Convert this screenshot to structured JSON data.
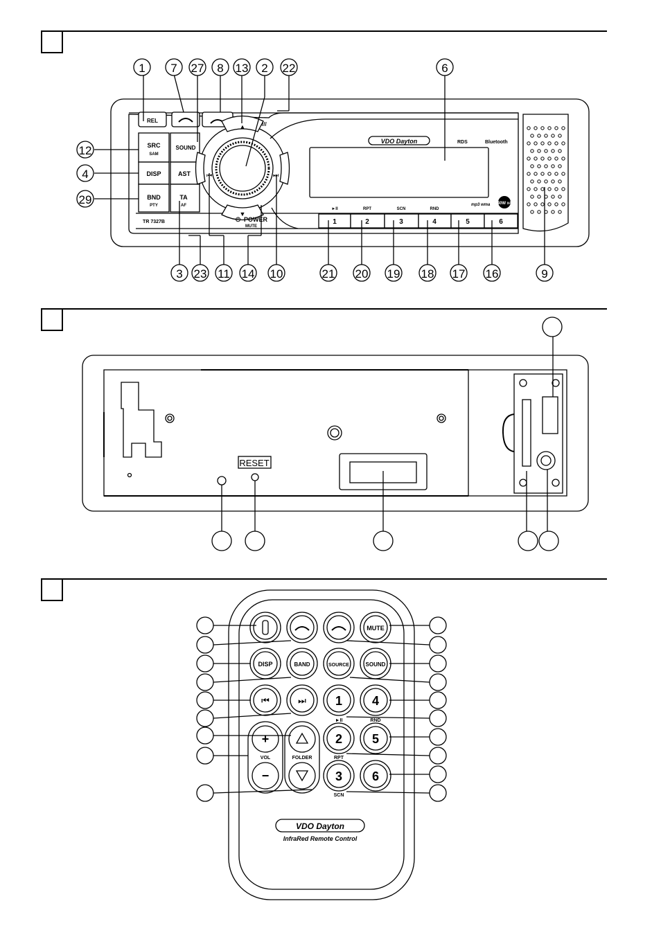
{
  "figures": {
    "front_panel": {
      "buttons": {
        "rel": "REL",
        "src": "SRC",
        "src_sub": "SAM",
        "disp": "DISP",
        "bnd": "BND",
        "bnd_sub": "PTY",
        "sound": "SOUND",
        "ast": "AST",
        "ta": "TA",
        "ta_sub": "AF",
        "power": "POWER",
        "power_sub": "MUTE",
        "presets": [
          "1",
          "2",
          "3",
          "4",
          "5",
          "6"
        ],
        "preset_labels": [
          "►II",
          "RPT",
          "SCN",
          "RND"
        ]
      },
      "model": "TR 7327B",
      "brand": "VDO Dayton",
      "logos": [
        "RDS",
        "Bluetooth",
        "mp3 wma",
        "40W x4"
      ],
      "callouts_top": [
        "1",
        "7",
        "27",
        "8",
        "13",
        "2",
        "22",
        "6"
      ],
      "callouts_left": [
        "12",
        "4",
        "29"
      ],
      "callouts_bottom": [
        "3",
        "23",
        "11",
        "14",
        "10",
        "21",
        "20",
        "19",
        "18",
        "17",
        "16",
        "9"
      ]
    },
    "back_panel": {
      "reset_label": "RESET"
    },
    "remote": {
      "buttons": {
        "mute": "MUTE",
        "disp": "DISP",
        "band": "BAND",
        "source": "SOURCE",
        "sound": "SOUND",
        "n1": "1",
        "n2": "2",
        "n3": "3",
        "n4": "4",
        "n5": "5",
        "n6": "6",
        "plus": "+",
        "minus": "−"
      },
      "labels": {
        "vol": "VOL",
        "folder": "FOLDER",
        "play": "►II",
        "rnd": "RND",
        "rpt": "RPT",
        "scn": "SCN"
      },
      "brand": "VDO Dayton",
      "subtitle": "InfraRed Remote Control"
    }
  }
}
